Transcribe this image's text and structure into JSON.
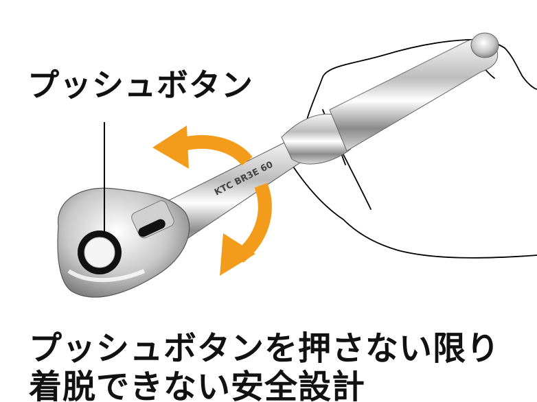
{
  "labels": {
    "push_button": "プッシュボタン"
  },
  "caption": {
    "line1": "プッシュボタンを押さない限り",
    "line2": "着脱できない安全設計"
  },
  "engraving": "KTC  BR3E  60",
  "colors": {
    "arrow": "#f39c1b",
    "text": "#111111",
    "outline": "#000000"
  }
}
